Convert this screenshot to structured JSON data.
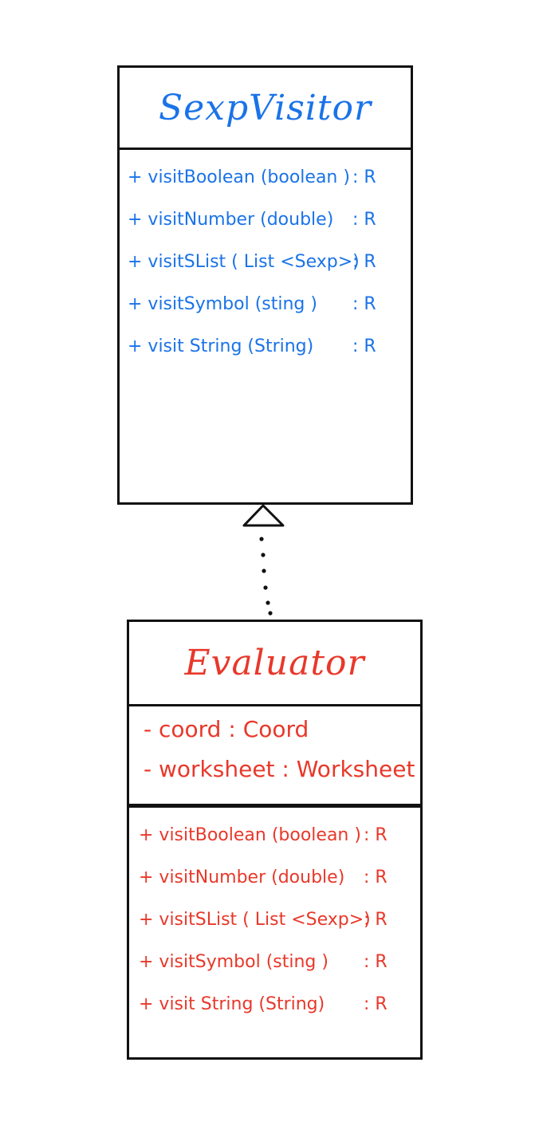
{
  "interface": {
    "title": "SexpVisitor",
    "methods": [
      {
        "signature": "+ visitBoolean (boolean )",
        "return": ": R"
      },
      {
        "signature": "+ visitNumber (double)",
        "return": ": R"
      },
      {
        "signature": "+ visitSList ( List <Sexp>)",
        "return": ": R"
      },
      {
        "signature": "+ visitSymbol (sting )",
        "return": ": R"
      },
      {
        "signature": "+ visit String (String)",
        "return": ": R"
      }
    ]
  },
  "class": {
    "title": "Evaluator",
    "fields": [
      {
        "text": "- coord : Coord"
      },
      {
        "text": "- worksheet : Worksheet"
      }
    ],
    "methods": [
      {
        "signature": "+ visitBoolean (boolean )",
        "return": ": R"
      },
      {
        "signature": "+ visitNumber (double)",
        "return": ": R"
      },
      {
        "signature": "+ visitSList ( List <Sexp>)",
        "return": ": R"
      },
      {
        "signature": "+ visitSymbol (sting )",
        "return": ": R"
      },
      {
        "signature": "+ visit String (String)",
        "return": ": R"
      }
    ]
  },
  "colors": {
    "interface_text": "#1a73e8",
    "class_text": "#e8382a",
    "lines": "#111111"
  },
  "relationship": {
    "type": "realization",
    "from": "Evaluator",
    "to": "SexpVisitor"
  }
}
